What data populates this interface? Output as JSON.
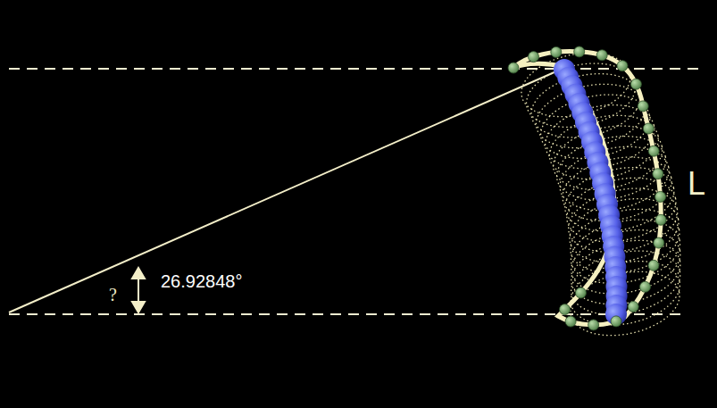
{
  "diagram": {
    "labels": [
      "?",
      "26.92848°",
      "L"
    ]
  }
}
